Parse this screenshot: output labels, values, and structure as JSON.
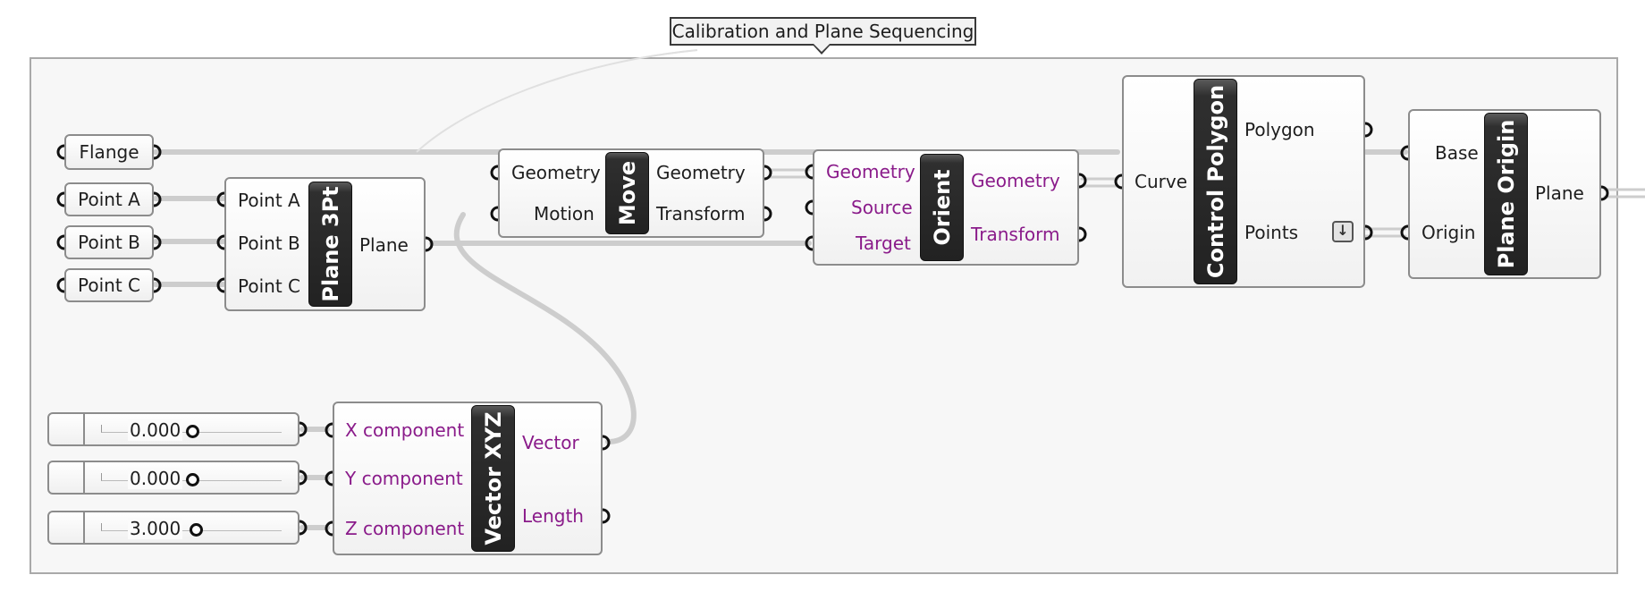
{
  "group": {
    "title": "Calibration and Plane Sequencing"
  },
  "params": {
    "flange": "Flange",
    "point_a": "Point A",
    "point_b": "Point B",
    "point_c": "Point C"
  },
  "plane3pt": {
    "name": "Plane 3Pt",
    "inputs": [
      "Point A",
      "Point B",
      "Point C"
    ],
    "outputs": [
      "Plane"
    ]
  },
  "move": {
    "name": "Move",
    "inputs": [
      "Geometry",
      "Motion"
    ],
    "outputs": [
      "Geometry",
      "Transform"
    ]
  },
  "orient": {
    "name": "Orient",
    "inputs": [
      "Geometry",
      "Source",
      "Target"
    ],
    "outputs": [
      "Geometry",
      "Transform"
    ]
  },
  "control_polygon": {
    "name": "Control Polygon",
    "inputs": [
      "Curve"
    ],
    "outputs": [
      "Polygon",
      "Points"
    ]
  },
  "plane_origin": {
    "name": "Plane Origin",
    "inputs": [
      "Base",
      "Origin"
    ],
    "outputs": [
      "Plane"
    ]
  },
  "vector_xyz": {
    "name": "Vector XYZ",
    "inputs": [
      "X component",
      "Y component",
      "Z component"
    ],
    "outputs": [
      "Vector",
      "Length"
    ]
  },
  "sliders": [
    {
      "value": "0.000"
    },
    {
      "value": "0.000"
    },
    {
      "value": "3.000"
    }
  ],
  "colors": {
    "accent_purple": "#8a1b8a",
    "wire": "#cfcfcf",
    "component_border": "#8c8c8c"
  },
  "icons": {
    "flatten": "down-arrow-icon"
  }
}
